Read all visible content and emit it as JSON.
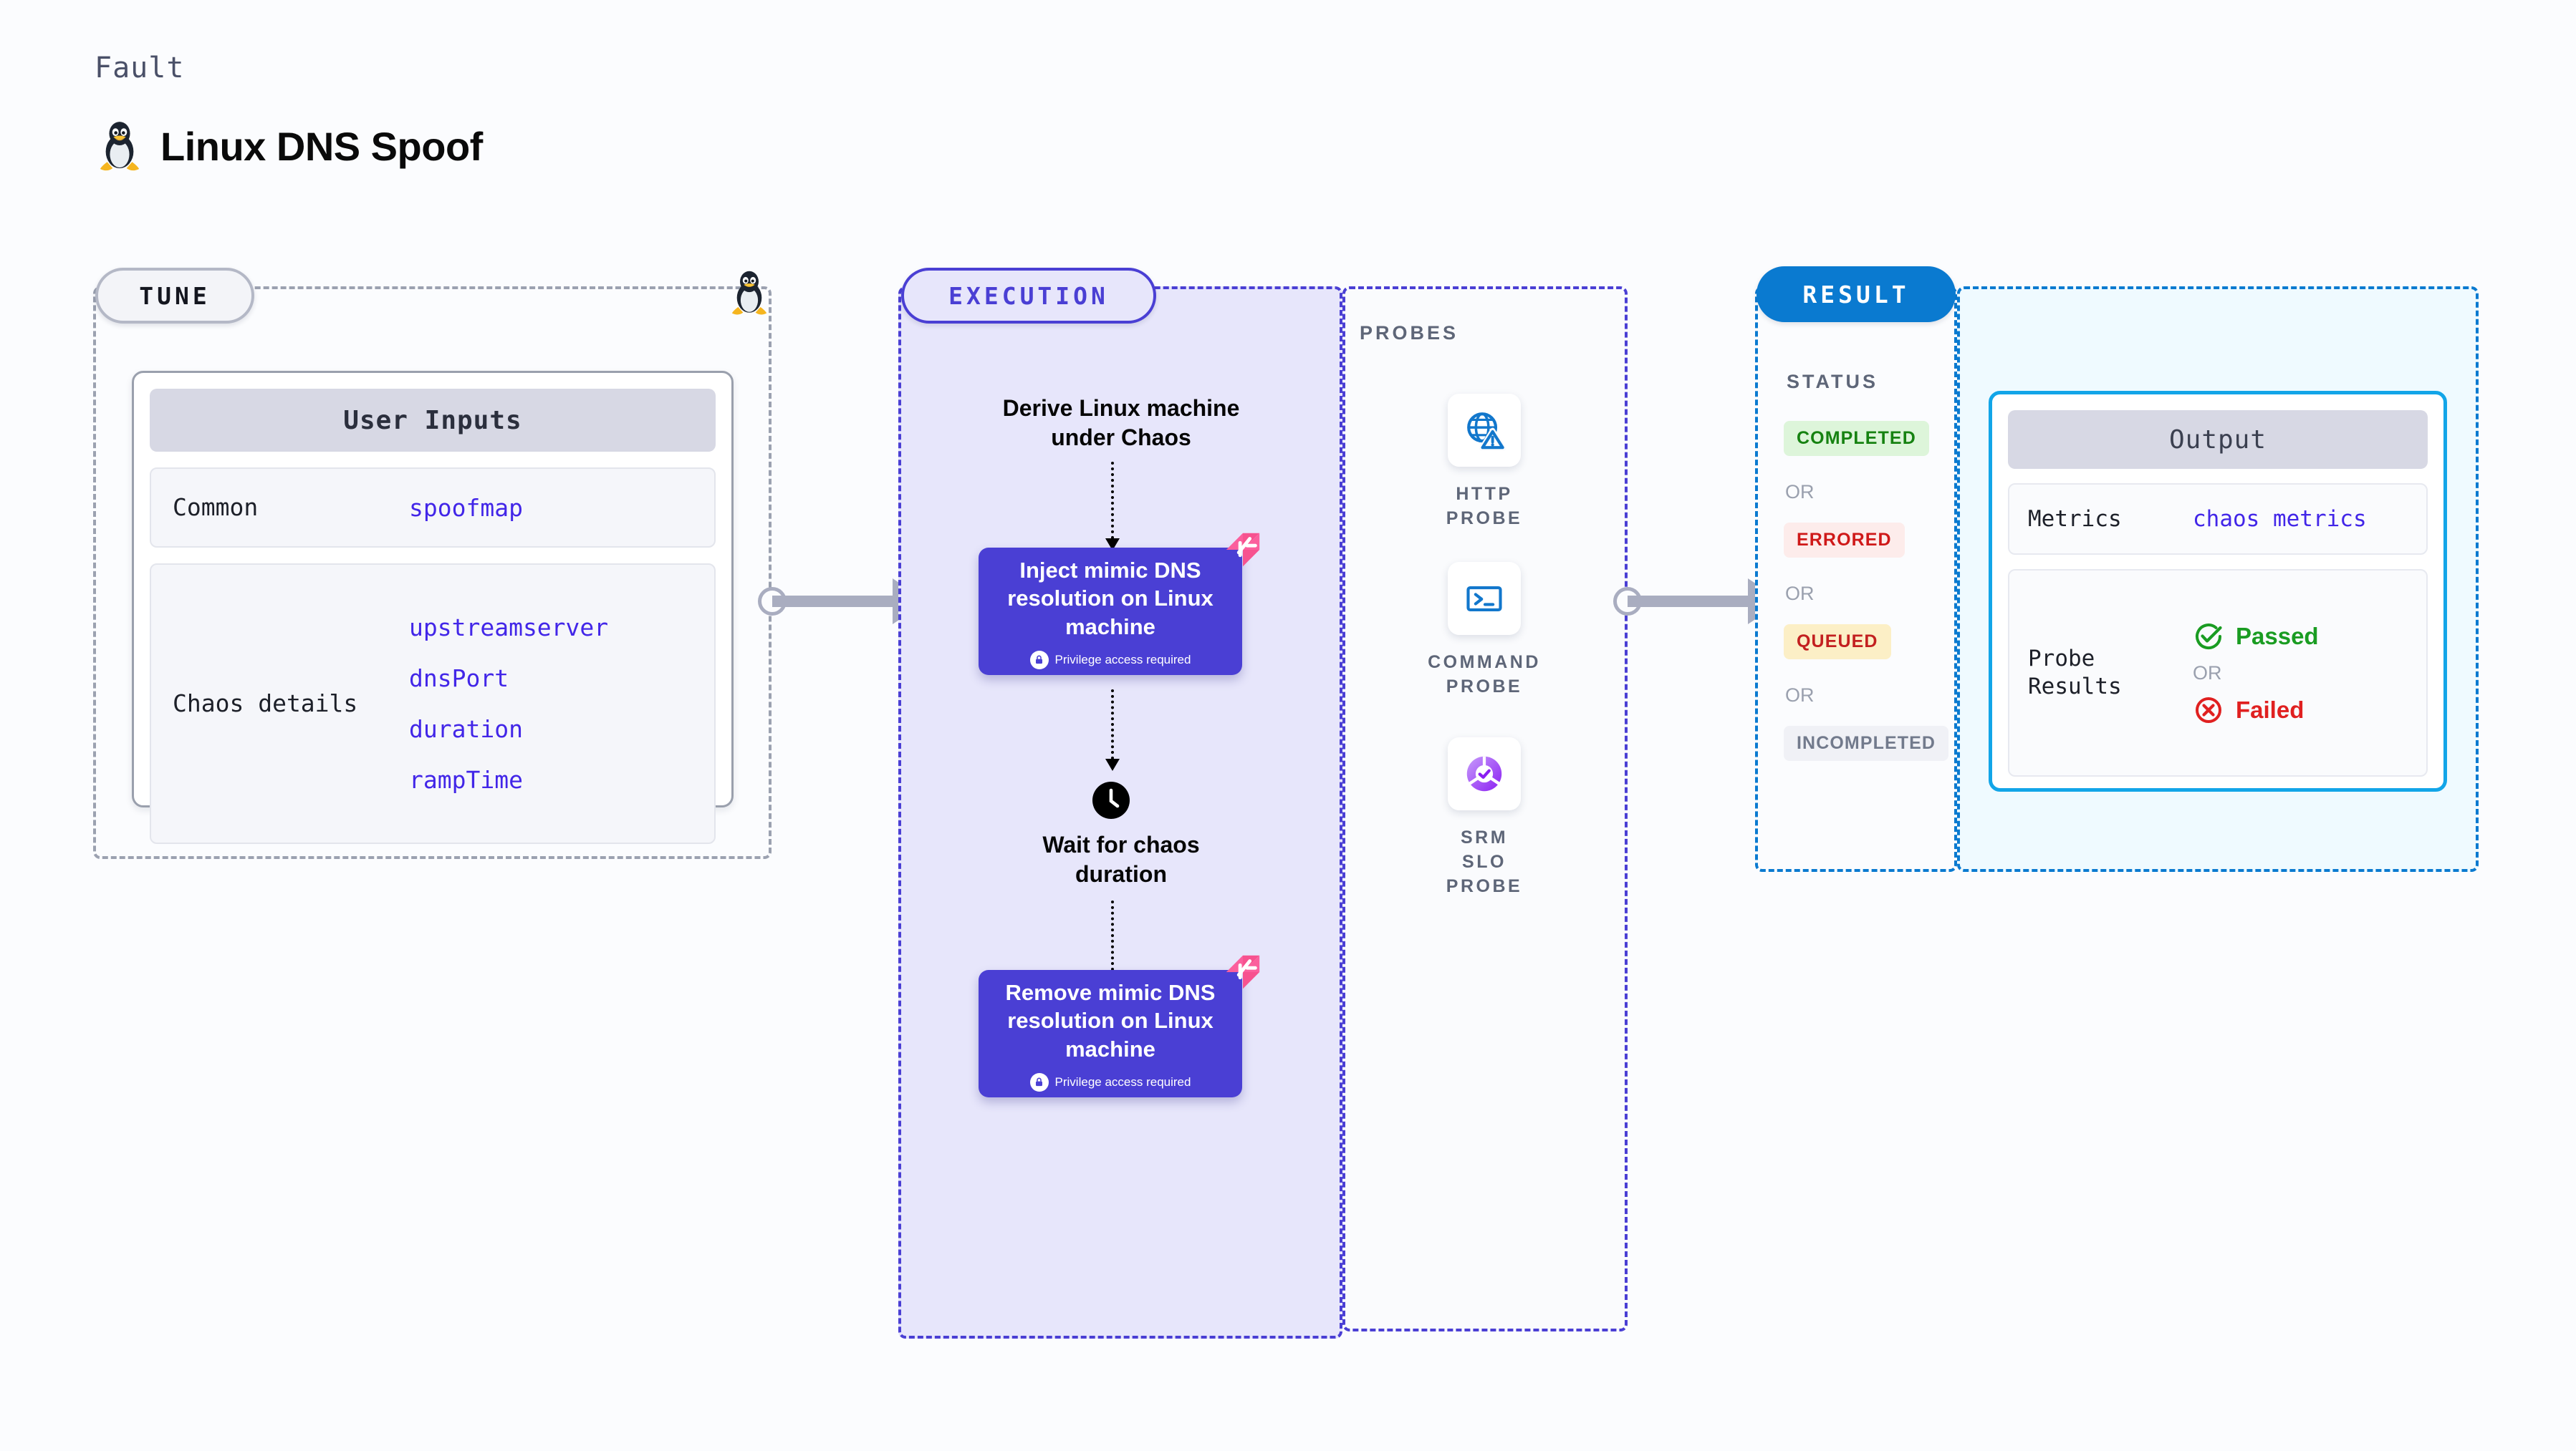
{
  "header": {
    "eyebrow": "Fault",
    "title": "Linux DNS Spoof",
    "icon": "tux-penguin-icon"
  },
  "tune": {
    "pill_label": "TUNE",
    "marker_icon": "tux-penguin-icon",
    "card": {
      "title": "User Inputs",
      "sections": [
        {
          "label": "Common",
          "values": [
            "spoofmap"
          ]
        },
        {
          "label": "Chaos details",
          "values": [
            "upstreamserver",
            "dnsPort",
            "duration",
            "rampTime"
          ]
        }
      ]
    }
  },
  "execution": {
    "pill_label": "EXECUTION",
    "steps": [
      {
        "type": "text",
        "label": "Derive Linux machine\nunder Chaos"
      },
      {
        "type": "action",
        "label": "Inject mimic DNS resolution on Linux machine",
        "note": "Privilege access required",
        "note_icon": "lock-icon",
        "badge_icon": "chaos-flag-icon"
      },
      {
        "type": "wait",
        "icon": "clock-icon",
        "label": "Wait for chaos\nduration"
      },
      {
        "type": "action",
        "label": "Remove mimic DNS resolution on Linux machine",
        "note": "Privilege access required",
        "note_icon": "lock-icon",
        "badge_icon": "chaos-flag-icon"
      }
    ]
  },
  "probes": {
    "caption": "PROBES",
    "items": [
      {
        "label": "HTTP PROBE",
        "icon": "globe-warning-icon"
      },
      {
        "label": "COMMAND\nPROBE",
        "icon": "terminal-icon"
      },
      {
        "label": "SRM SLO\nPROBE",
        "icon": "slo-donut-check-icon"
      }
    ]
  },
  "result": {
    "pill_label": "RESULT",
    "status_caption": "STATUS",
    "or_label": "OR",
    "statuses": [
      {
        "label": "COMPLETED",
        "bg": "#ddf5da",
        "fg": "#168211"
      },
      {
        "label": "ERRORED",
        "bg": "#fdeceb",
        "fg": "#cf1919"
      },
      {
        "label": "QUEUED",
        "bg": "#fcefc6",
        "fg": "#c32020"
      },
      {
        "label": "INCOMPLETED",
        "bg": "#f0f1f6",
        "fg": "#727a8c"
      }
    ]
  },
  "output": {
    "title": "Output",
    "metrics_label": "Metrics",
    "metrics_value": "chaos metrics",
    "probe_results_label": "Probe Results",
    "passed_label": "Passed",
    "passed_icon": "check-circle-icon",
    "failed_label": "Failed",
    "failed_icon": "x-circle-icon",
    "or_label": "OR"
  },
  "colors": {
    "accent_purple": "#4a3fd4",
    "accent_blue": "#0a7ad0",
    "code_blue": "#4226e8",
    "pink_flag": "#fb5f9d",
    "connector_gray": "#a9adc0"
  }
}
